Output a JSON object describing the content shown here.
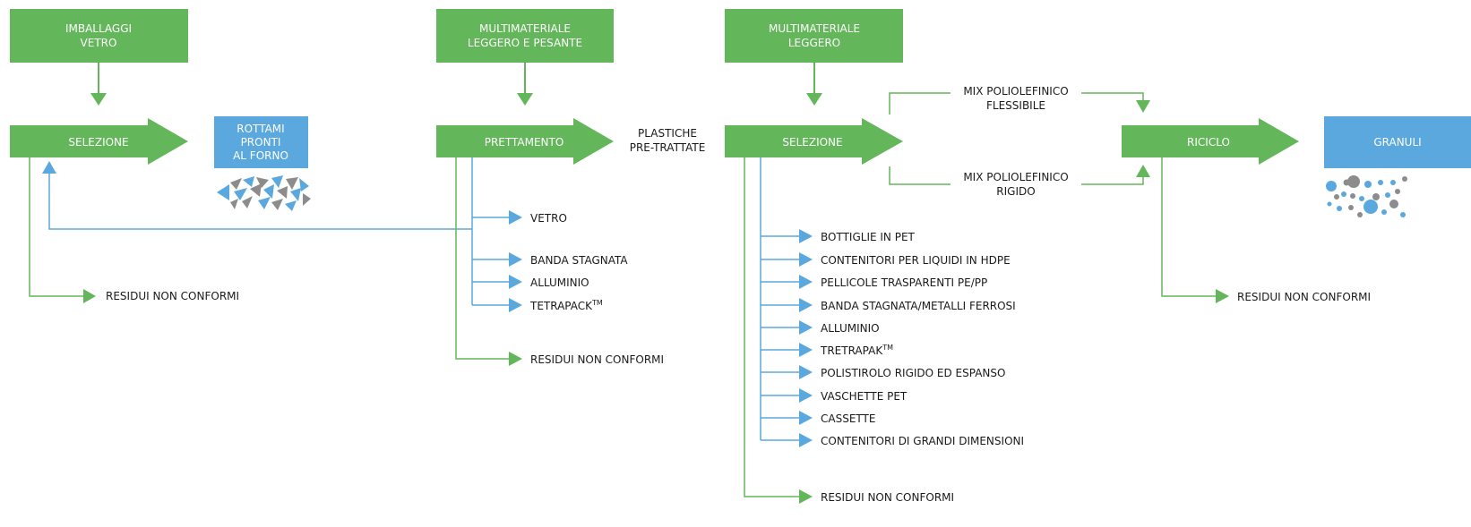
{
  "colors": {
    "green": "#63b65a",
    "blue": "#5aa8de",
    "grey": "#8c8c8c",
    "text": "#1a1a1a",
    "white": "#ffffff"
  },
  "col1": {
    "input": [
      "IMBALLAGGI",
      "VETRO"
    ],
    "process": "SELEZIONE",
    "output": [
      "ROTTAMI",
      "PRONTI",
      "AL FORNO"
    ],
    "residue": "RESIDUI NON CONFORMI"
  },
  "col2": {
    "input": [
      "MULTIMATERIALE",
      "LEGGERO E PESANTE"
    ],
    "process": "PRETTAMENTO",
    "output": [
      "PLASTICHE",
      "PRE-TRATTATE"
    ],
    "streams": [
      "VETRO",
      "BANDA STAGNATA",
      "ALLUMINIO",
      "TETRAPACK"
    ],
    "tm": "TM",
    "residue": "RESIDUI NON CONFORMI"
  },
  "col3": {
    "input": [
      "MULTIMATERIALE",
      "LEGGERO"
    ],
    "process": "SELEZIONE",
    "mix_top": [
      "MIX POLIOLEFINICO",
      "FLESSIBILE"
    ],
    "mix_bottom": [
      "MIX POLIOLEFINICO",
      "RIGIDO"
    ],
    "streams": [
      "BOTTIGLIE IN PET",
      "CONTENITORI PER LIQUIDI IN HDPE",
      "PELLICOLE TRASPARENTI PE/PP",
      "BANDA STAGNATA/METALLI FERROSI",
      "ALLUMINIO",
      "TRETRAPAK",
      "POLISTIROLO RIGIDO ED ESPANSO",
      "VASCHETTE PET",
      "CASSETTE",
      "CONTENITORI DI GRANDI DIMENSIONI"
    ],
    "tm": "TM",
    "residue": "RESIDUI NON CONFORMI"
  },
  "col4": {
    "process": "RICICLO",
    "output": "GRANULI",
    "residue": "RESIDUI NON CONFORMI"
  }
}
